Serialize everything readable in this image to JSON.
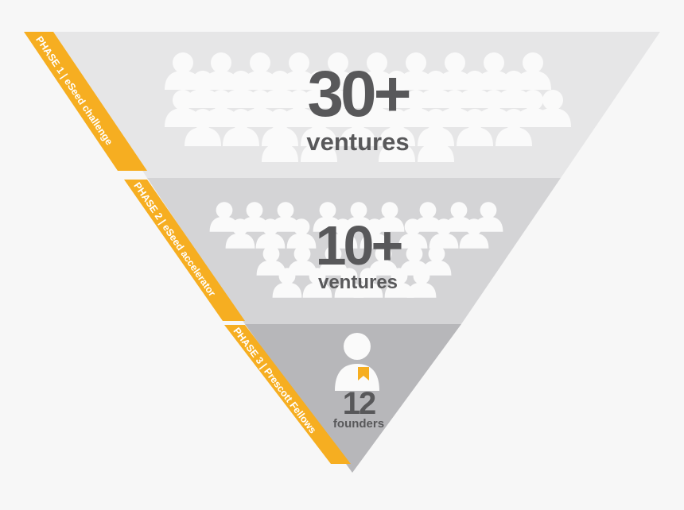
{
  "colors": {
    "background": "#f7f7f7",
    "tier1": "#e6e6e7",
    "tier2": "#d4d4d6",
    "tier3": "#b7b7ba",
    "icons": "#fafafa",
    "number": "#58585a",
    "accent": "#f6ae21",
    "band_text": "#ffffff"
  },
  "phases": [
    {
      "label": "PHASE 1  |  eSeed challenge",
      "count": "30+",
      "unit": "ventures",
      "icon": "people-group-icon"
    },
    {
      "label": "PHASE 2  |  eSeed accelerator",
      "count": "10+",
      "unit": "ventures",
      "icon": "people-group-icon"
    },
    {
      "label": "PHASE 3  |  Prescott Fellows",
      "count": "12",
      "unit": "founders",
      "icon": "fellow-person-icon"
    }
  ]
}
